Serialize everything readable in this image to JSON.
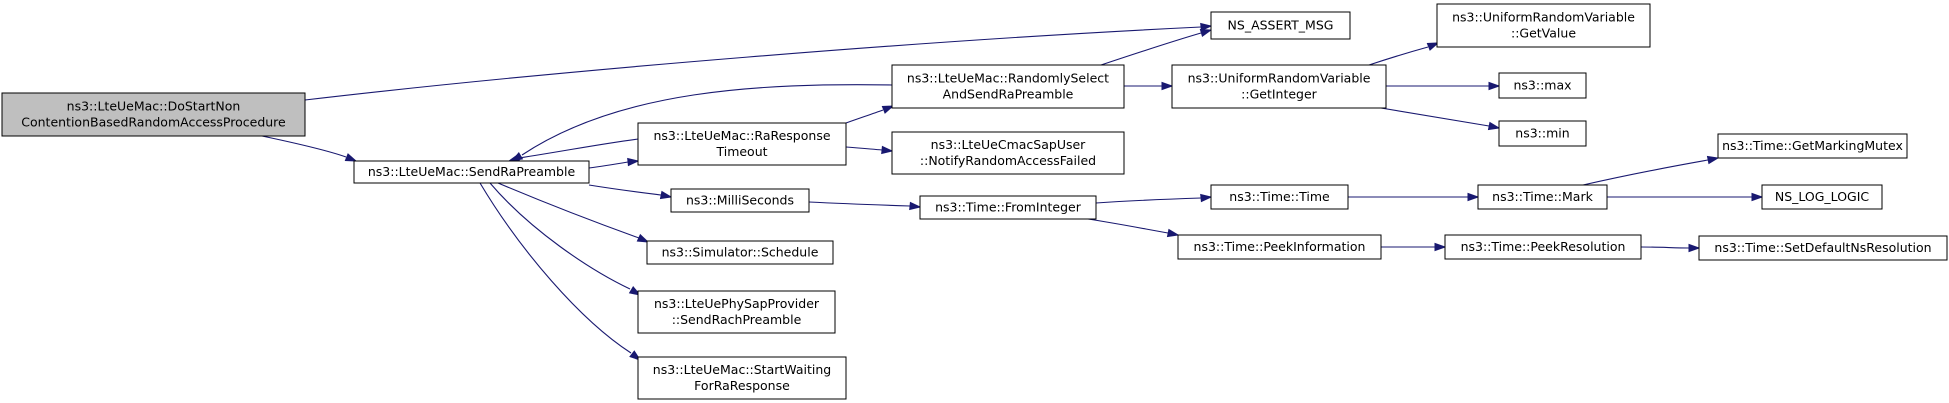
{
  "colors": {
    "edge": "#191970",
    "root_fill": "#bfbfbf",
    "node_fill": "#ffffff",
    "border": "#000000"
  },
  "nodes": [
    {
      "id": "root",
      "lines": [
        "ns3::LteUeMac::DoStartNon",
        "ContentionBasedRandomAccessProcedure"
      ],
      "root": true
    },
    {
      "id": "sendRaPreamble",
      "lines": [
        "ns3::LteUeMac::SendRaPreamble"
      ]
    },
    {
      "id": "assertMsg",
      "lines": [
        "NS_ASSERT_MSG"
      ]
    },
    {
      "id": "randomlySelect",
      "lines": [
        "ns3::LteUeMac::RandomlySelect",
        "AndSendRaPreamble"
      ]
    },
    {
      "id": "raResponseTimeout",
      "lines": [
        "ns3::LteUeMac::RaResponse",
        "Timeout"
      ]
    },
    {
      "id": "milliSeconds",
      "lines": [
        "ns3::MilliSeconds"
      ]
    },
    {
      "id": "schedule",
      "lines": [
        "ns3::Simulator::Schedule"
      ]
    },
    {
      "id": "sendRach",
      "lines": [
        "ns3::LteUePhySapProvider",
        "::SendRachPreamble"
      ]
    },
    {
      "id": "startWaiting",
      "lines": [
        "ns3::LteUeMac::StartWaiting",
        "ForRaResponse"
      ]
    },
    {
      "id": "getInteger",
      "lines": [
        "ns3::UniformRandomVariable",
        "::GetInteger"
      ]
    },
    {
      "id": "notifyFailed",
      "lines": [
        "ns3::LteUeCmacSapUser",
        "::NotifyRandomAccessFailed"
      ]
    },
    {
      "id": "fromInteger",
      "lines": [
        "ns3::Time::FromInteger"
      ]
    },
    {
      "id": "getValue",
      "lines": [
        "ns3::UniformRandomVariable",
        "::GetValue"
      ]
    },
    {
      "id": "max",
      "lines": [
        "ns3::max"
      ]
    },
    {
      "id": "min",
      "lines": [
        "ns3::min"
      ]
    },
    {
      "id": "timeTime",
      "lines": [
        "ns3::Time::Time"
      ]
    },
    {
      "id": "peekInformation",
      "lines": [
        "ns3::Time::PeekInformation"
      ]
    },
    {
      "id": "mark",
      "lines": [
        "ns3::Time::Mark"
      ]
    },
    {
      "id": "peekResolution",
      "lines": [
        "ns3::Time::PeekResolution"
      ]
    },
    {
      "id": "getMarkingMutex",
      "lines": [
        "ns3::Time::GetMarkingMutex"
      ]
    },
    {
      "id": "logLogic",
      "lines": [
        "NS_LOG_LOGIC"
      ]
    },
    {
      "id": "setDefaultNs",
      "lines": [
        "ns3::Time::SetDefaultNsResolution"
      ]
    }
  ],
  "edges": [
    {
      "from": "root",
      "to": "assertMsg"
    },
    {
      "from": "root",
      "to": "sendRaPreamble"
    },
    {
      "from": "sendRaPreamble",
      "to": "raResponseTimeout"
    },
    {
      "from": "sendRaPreamble",
      "to": "milliSeconds"
    },
    {
      "from": "sendRaPreamble",
      "to": "schedule"
    },
    {
      "from": "sendRaPreamble",
      "to": "sendRach"
    },
    {
      "from": "sendRaPreamble",
      "to": "startWaiting"
    },
    {
      "from": "raResponseTimeout",
      "to": "sendRaPreamble"
    },
    {
      "from": "raResponseTimeout",
      "to": "randomlySelect"
    },
    {
      "from": "raResponseTimeout",
      "to": "notifyFailed"
    },
    {
      "from": "randomlySelect",
      "to": "sendRaPreamble"
    },
    {
      "from": "randomlySelect",
      "to": "assertMsg"
    },
    {
      "from": "randomlySelect",
      "to": "getInteger"
    },
    {
      "from": "getInteger",
      "to": "getValue"
    },
    {
      "from": "getInteger",
      "to": "max"
    },
    {
      "from": "getInteger",
      "to": "min"
    },
    {
      "from": "milliSeconds",
      "to": "fromInteger"
    },
    {
      "from": "fromInteger",
      "to": "timeTime"
    },
    {
      "from": "fromInteger",
      "to": "peekInformation"
    },
    {
      "from": "timeTime",
      "to": "mark"
    },
    {
      "from": "mark",
      "to": "getMarkingMutex"
    },
    {
      "from": "mark",
      "to": "logLogic"
    },
    {
      "from": "peekInformation",
      "to": "peekResolution"
    },
    {
      "from": "peekResolution",
      "to": "setDefaultNs"
    }
  ]
}
